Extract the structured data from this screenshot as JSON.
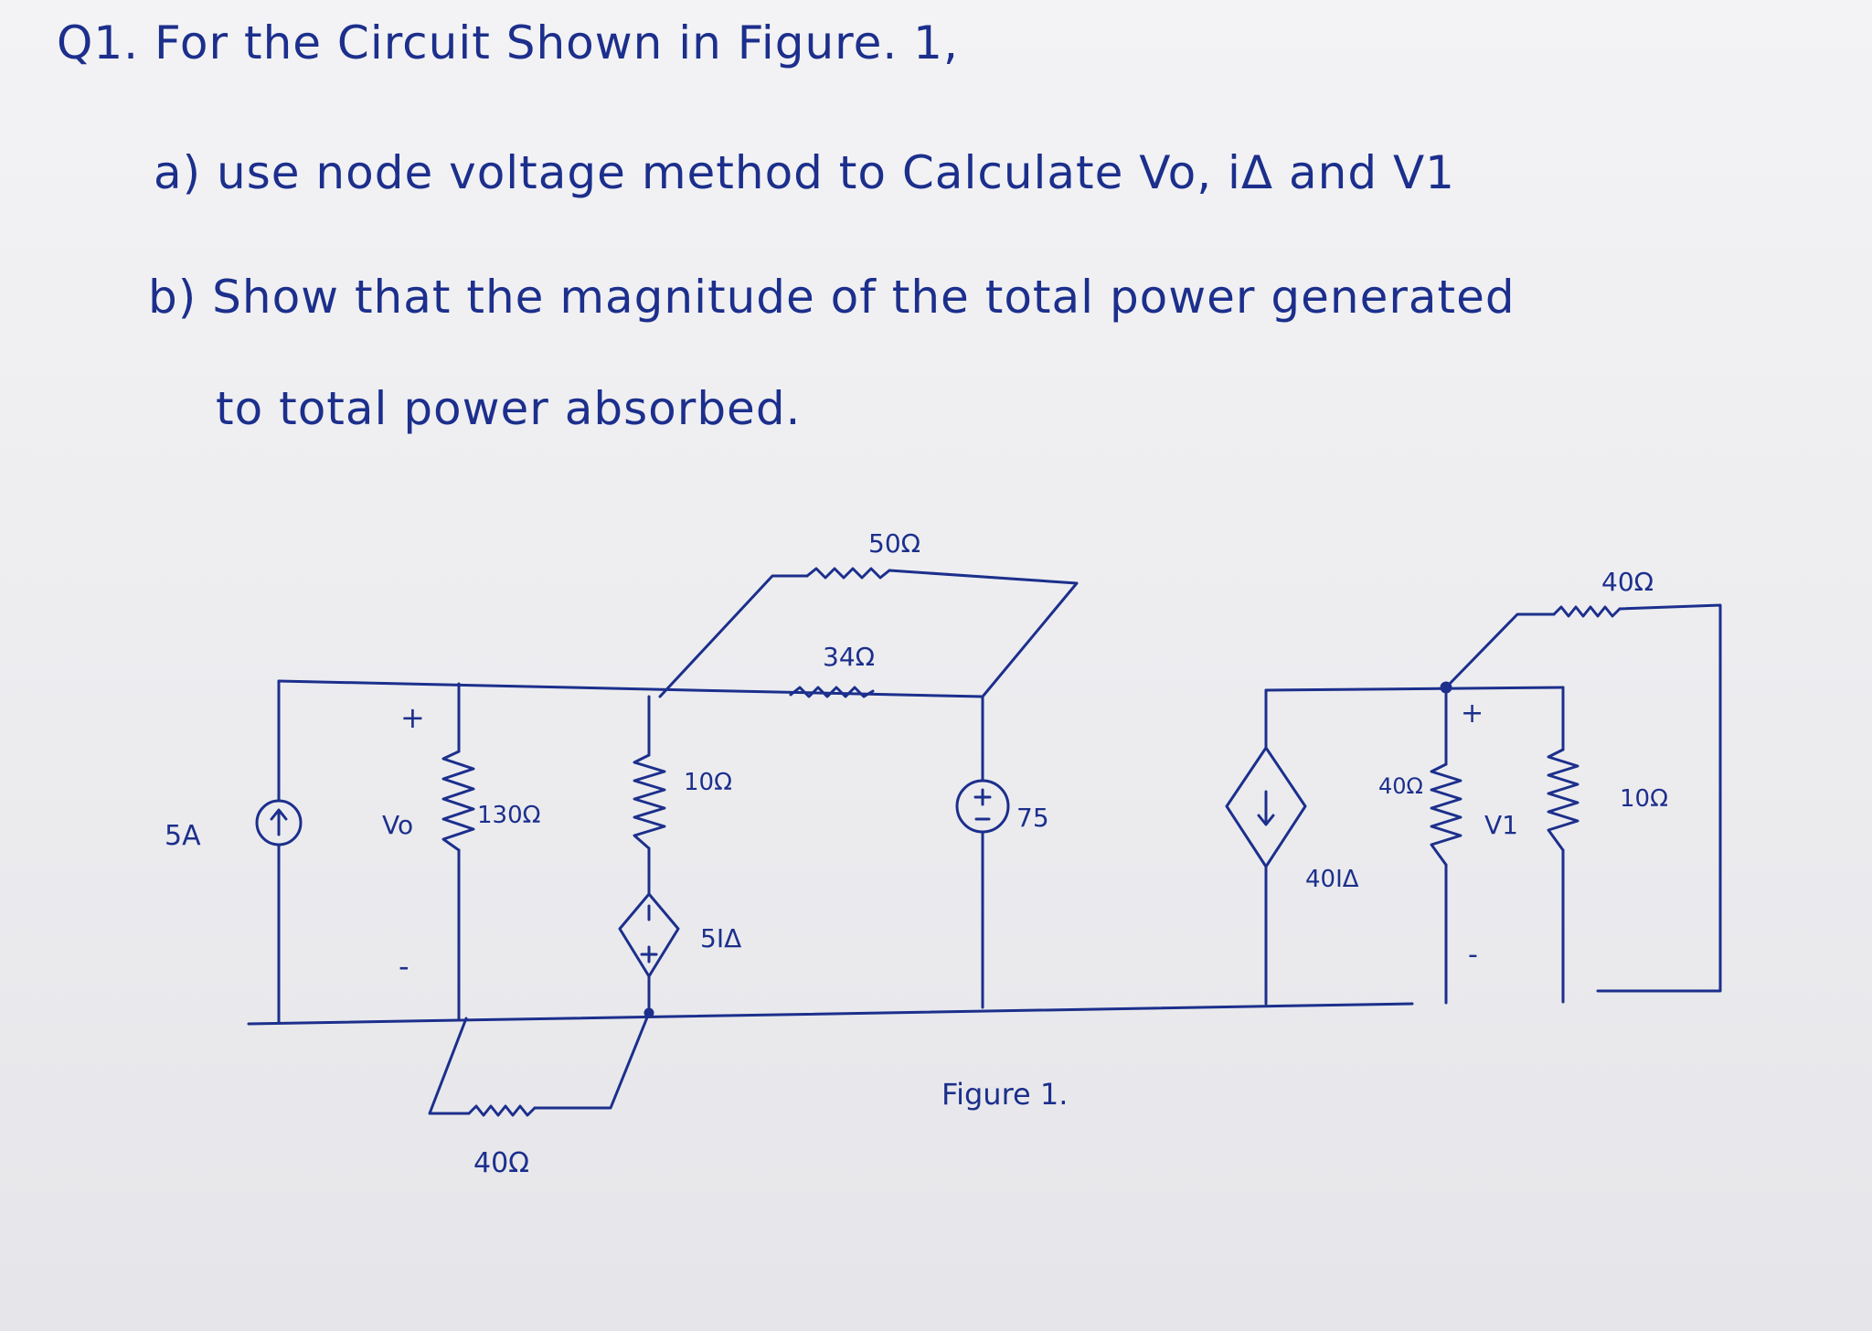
{
  "question": {
    "title": "Q1. For the Circuit Shown in Figure. 1,",
    "part_a": "a) use node voltage method to Calculate Vo, iΔ and V1",
    "part_b_line1": "b) Show that the magnitude of the total power generated",
    "part_b_line2": "to total power absorbed."
  },
  "figure": {
    "caption": "Figure 1.",
    "labels": {
      "current_source": "5A",
      "vo_plus": "+",
      "vo": "Vo",
      "vo_minus": "-",
      "r130": "130Ω",
      "r10_left": "10Ω",
      "r50": "50Ω",
      "r34": "34Ω",
      "dep_vsrc": "5IΔ",
      "vsrc": "75",
      "r40_bottom": "40Ω",
      "dep_isrc": "40IΔ",
      "r40_mid": "40Ω",
      "v1_plus": "+",
      "v1": "V1",
      "v1_minus": "-",
      "r10_right": "10Ω",
      "r40_top": "40Ω"
    }
  },
  "colors": {
    "ink": "#1c2f8c",
    "paper": "#efeff2"
  }
}
